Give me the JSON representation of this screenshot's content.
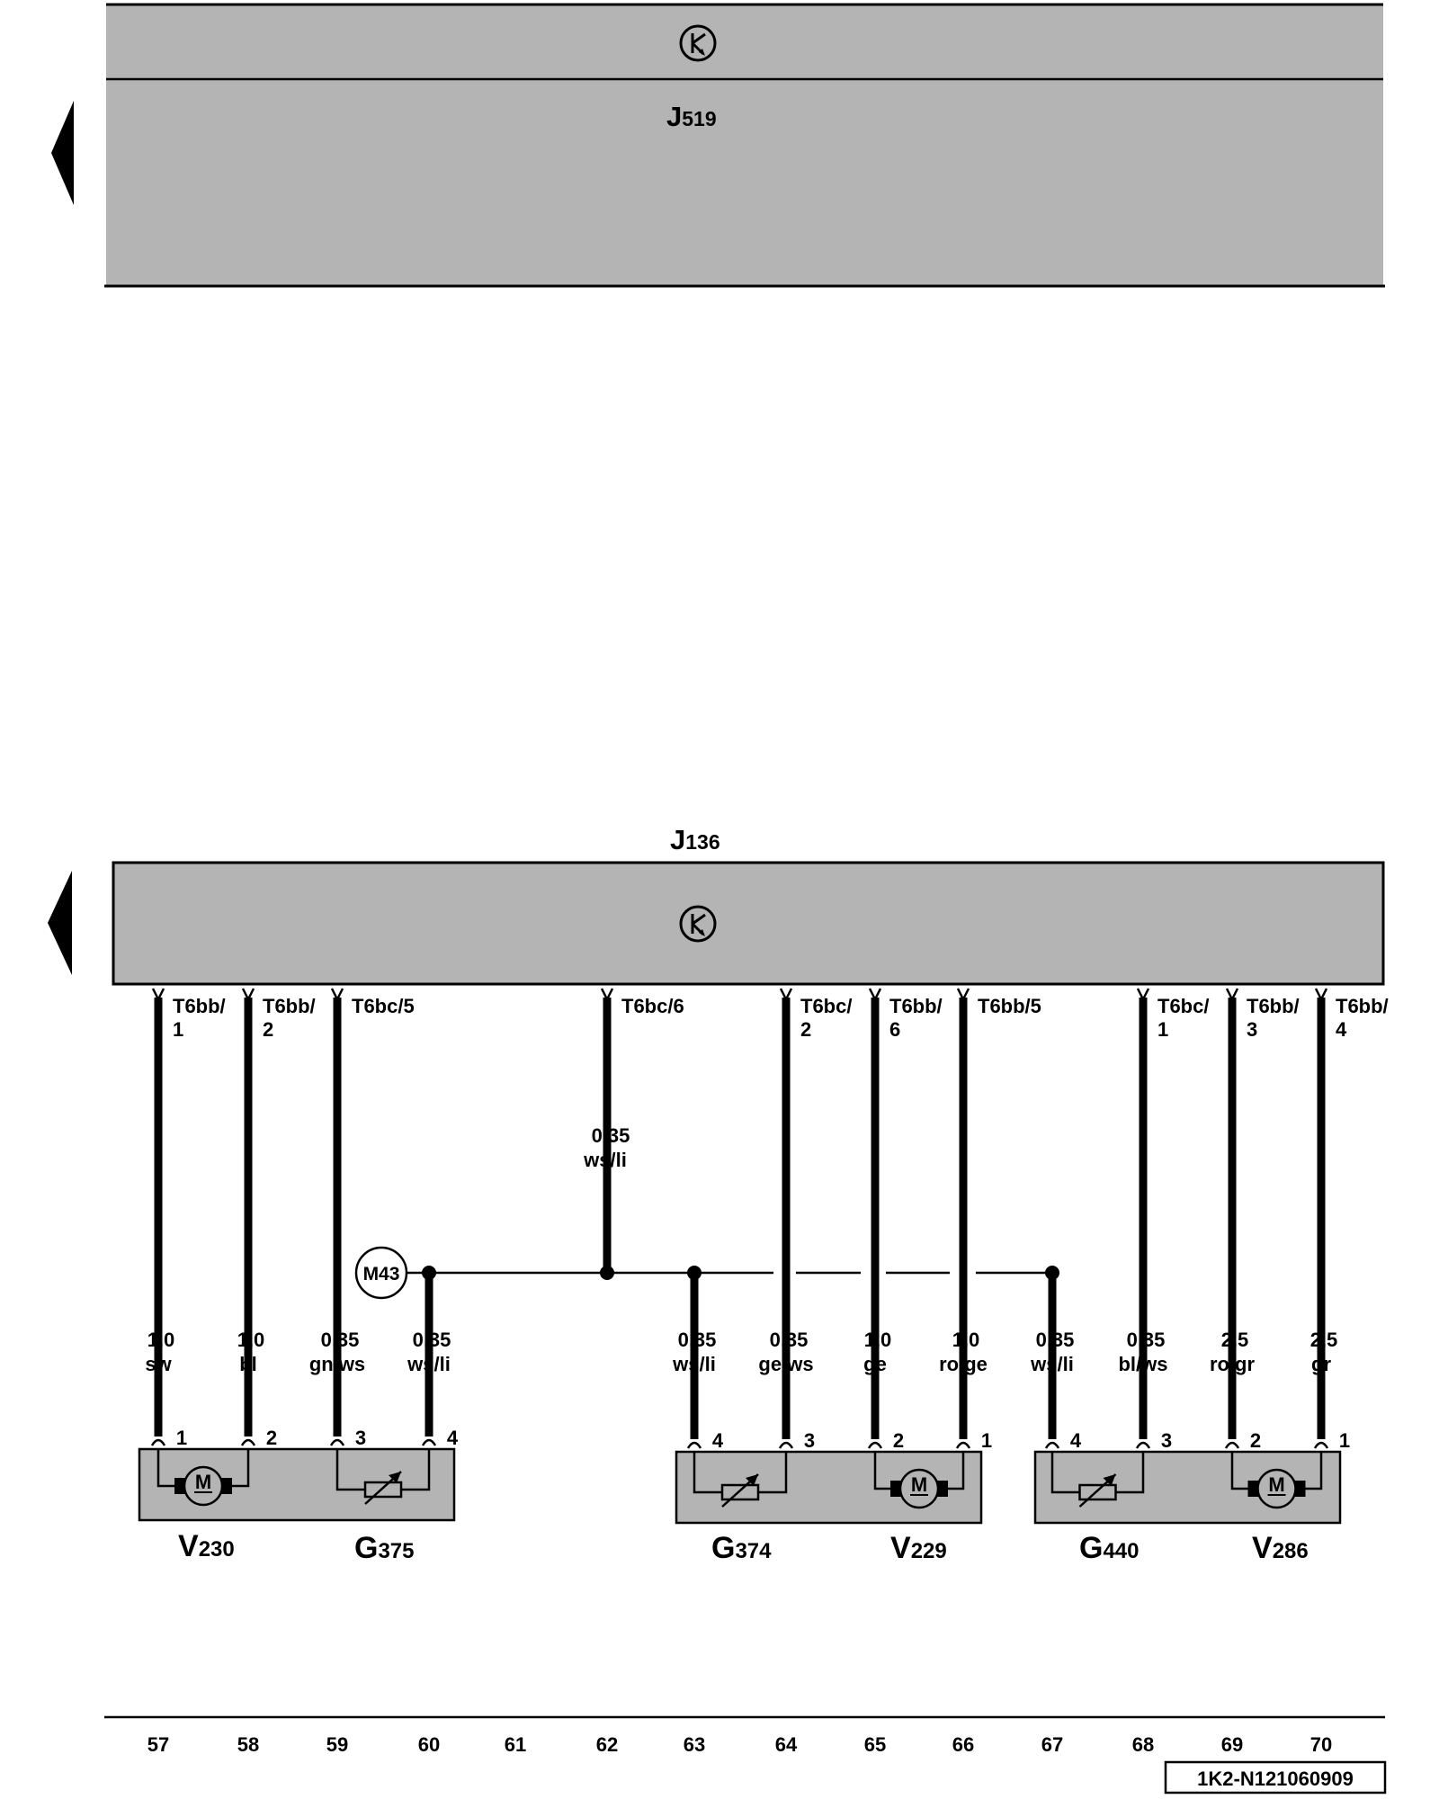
{
  "top_unit": {
    "code_main": "J",
    "code_sub": "519"
  },
  "bottom_unit": {
    "code_main": "J",
    "code_sub": "136"
  },
  "ground_point": "M43",
  "junction_wire": {
    "size": "0,35",
    "color": "ws/li"
  },
  "wires": [
    {
      "pin_label": "T6bb/",
      "pin_num": "1",
      "size": "1,0",
      "color": "sw",
      "comp_pin": "1"
    },
    {
      "pin_label": "T6bb/",
      "pin_num": "2",
      "size": "1,0",
      "color": "bl",
      "comp_pin": "2"
    },
    {
      "pin_label": "T6bc/5",
      "pin_num": "",
      "size": "0,35",
      "color": "gn/ws",
      "comp_pin": "3"
    },
    {
      "size": "0,35",
      "color": "ws/li",
      "comp_pin": "4"
    },
    {
      "pin_label": "T6bc/6",
      "pin_num": ""
    },
    {
      "size": "0,35",
      "color": "ws/li",
      "comp_pin": "4"
    },
    {
      "pin_label": "T6bc/",
      "pin_num": "2",
      "size": "0,35",
      "color": "ge/ws",
      "comp_pin": "3"
    },
    {
      "pin_label": "T6bb/",
      "pin_num": "6",
      "size": "1,0",
      "color": "ge",
      "comp_pin": "2"
    },
    {
      "pin_label": "T6bb/5",
      "pin_num": "",
      "size": "1,0",
      "color": "ro/ge",
      "comp_pin": "1"
    },
    {
      "size": "0,35",
      "color": "ws/li",
      "comp_pin": "4"
    },
    {
      "pin_label": "T6bc/",
      "pin_num": "1",
      "size": "0,35",
      "color": "bl/ws",
      "comp_pin": "3"
    },
    {
      "pin_label": "T6bb/",
      "pin_num": "3",
      "size": "2,5",
      "color": "ro/gr",
      "comp_pin": "2"
    },
    {
      "pin_label": "T6bb/",
      "pin_num": "4",
      "size": "2,5",
      "color": "gr",
      "comp_pin": "1"
    }
  ],
  "components": [
    {
      "main": "V",
      "sub": "230"
    },
    {
      "main": "G",
      "sub": "375"
    },
    {
      "main": "G",
      "sub": "374"
    },
    {
      "main": "V",
      "sub": "229"
    },
    {
      "main": "G",
      "sub": "440"
    },
    {
      "main": "V",
      "sub": "286"
    }
  ],
  "motor_symbol": "M",
  "columns": [
    "57",
    "58",
    "59",
    "60",
    "61",
    "62",
    "63",
    "64",
    "65",
    "66",
    "67",
    "68",
    "69",
    "70"
  ],
  "doc_id": "1K2-N121060909",
  "colors": {
    "module_fill": "#b4b4b4",
    "line": "#000000",
    "background": "#ffffff"
  }
}
